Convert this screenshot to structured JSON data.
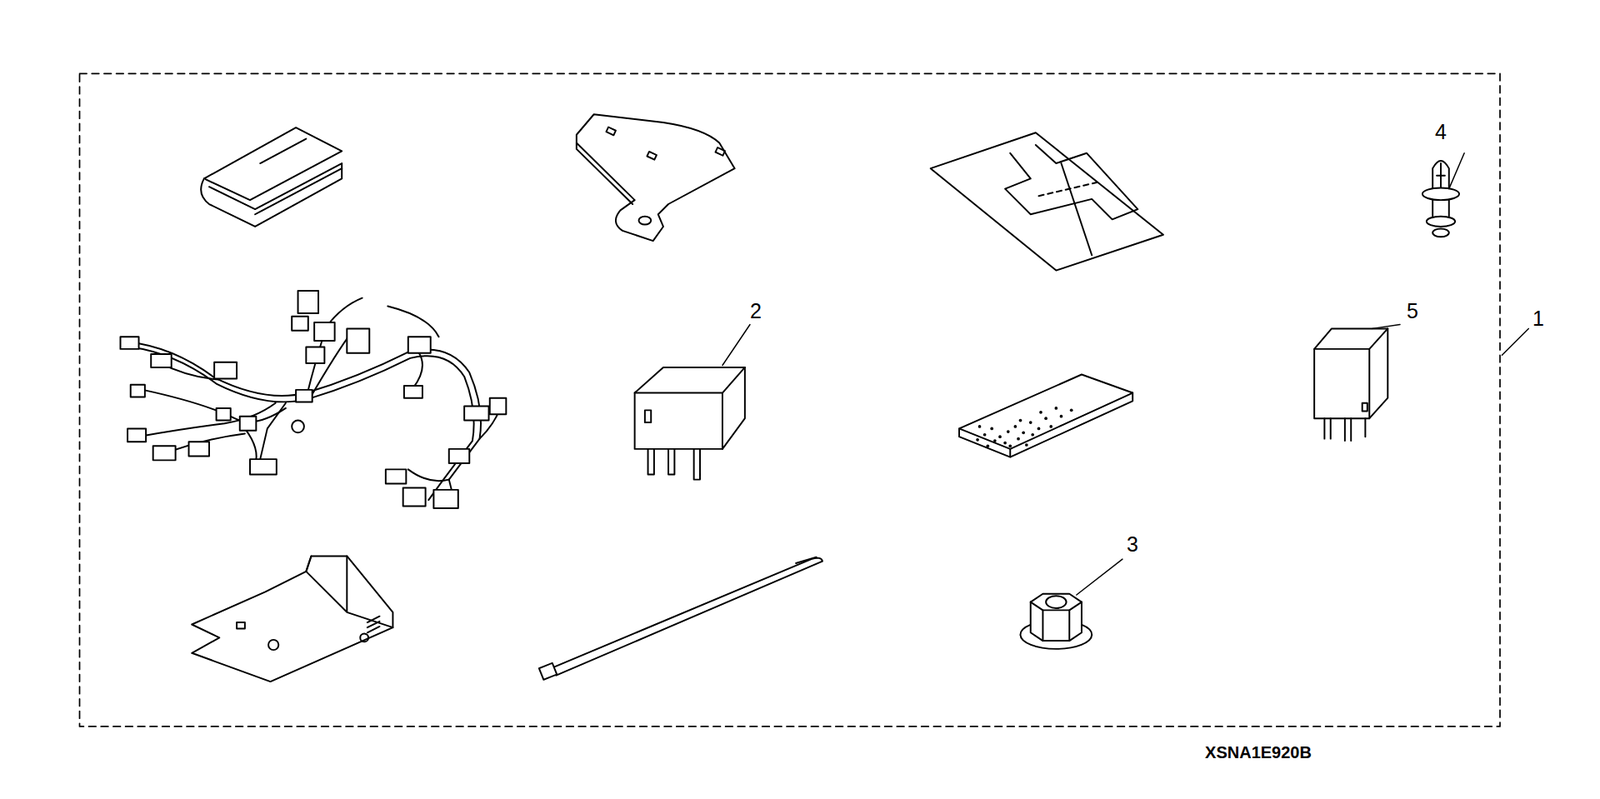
{
  "diagram": {
    "labels": [
      "4",
      "2",
      "5",
      "1",
      "3",
      "XSNA1E920B"
    ]
  }
}
